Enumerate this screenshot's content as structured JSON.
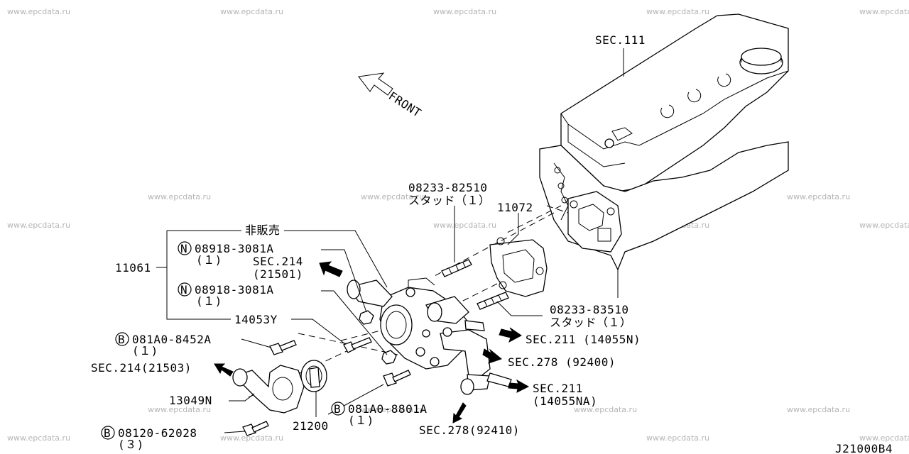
{
  "watermark": "www.epcdata.ru",
  "front_label": "FRONT",
  "diagram_code": "J21000B4",
  "not_for_sale_label": "非販売",
  "stud_label": "スタッド（１）",
  "callouts": {
    "sec111": "SEC.111",
    "stud_upper_part": "08233-82510",
    "gasket_part": "11072",
    "housing_part": "11061",
    "nut_symbol": "N",
    "nut1_part": "08918-3081A",
    "nut1_qty": "(１)",
    "sec214_upper": "SEC.214",
    "sec214_upper_sub": "(21501)",
    "nut2_part": "08918-3081A",
    "nut2_qty": "(１)",
    "stud_lower_part": "08233-83510",
    "stud_lower_label": "スタッド（１）",
    "bolt_part": "14053Y",
    "bolt_symbol": "B",
    "bolt1_part": "081A0-8452A",
    "bolt1_qty": "(１)",
    "sec211_upper": "SEC.211 (14055N)",
    "sec214_lower": "SEC.214(21503)",
    "sec278_upper": "SEC.278 (92400)",
    "inlet_part": "13049N",
    "sec211_lower": "SEC.211",
    "sec211_lower_sub": "(14055NA)",
    "bolt2_part": "081A0-8801A",
    "bolt2_qty": "(１)",
    "thermostat_part": "21200",
    "bolt3_part": "08120-62028",
    "bolt3_qty": "(３)",
    "sec278_lower": "SEC.278(92410)"
  },
  "icons": [
    "arrow-icon",
    "circle-letter-icon"
  ]
}
